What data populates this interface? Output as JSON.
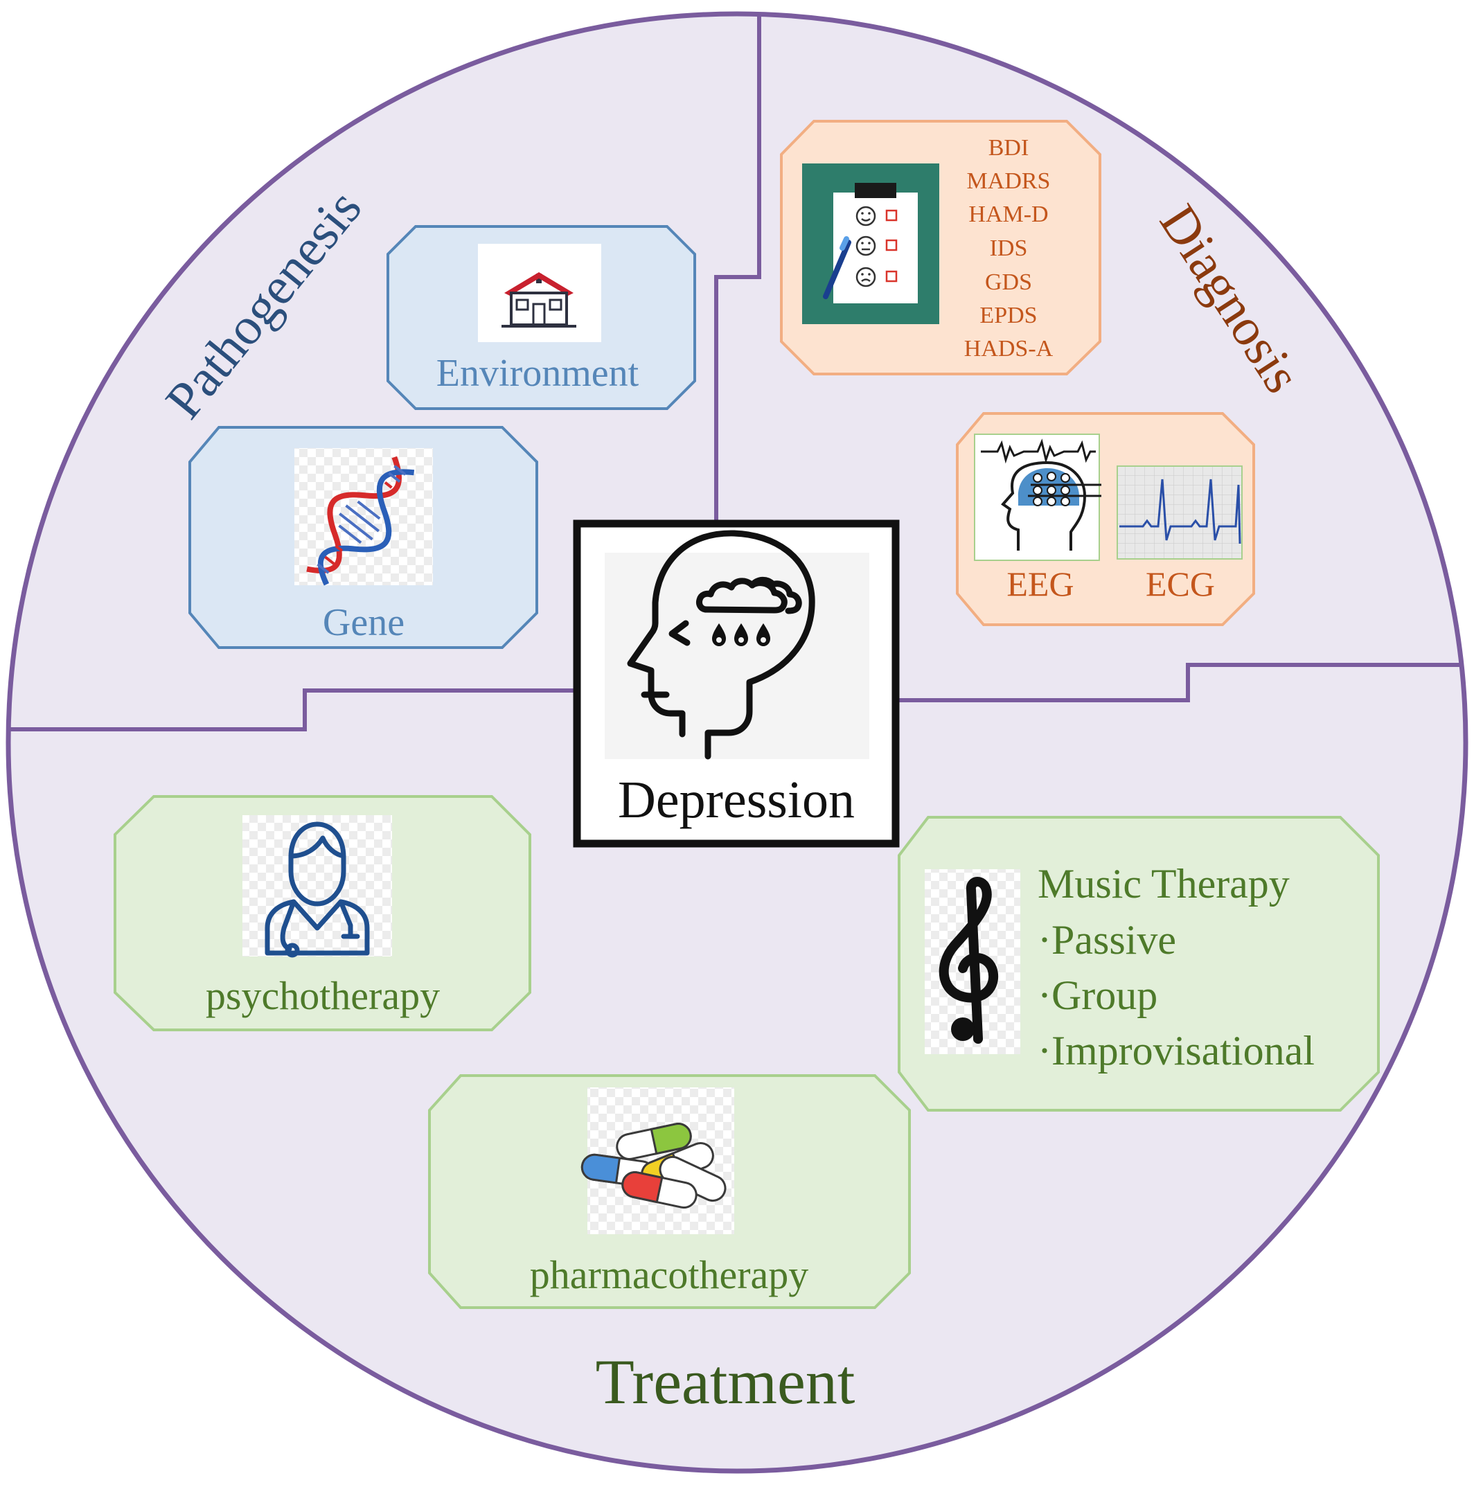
{
  "center": {
    "label": "Depression",
    "icon": "depressed-head-icon"
  },
  "sections": {
    "pathogenesis": {
      "title": "Pathogenesis",
      "title_color": "#2b4f7c",
      "items": [
        {
          "label": "Environment",
          "icon": "house-icon"
        },
        {
          "label": "Gene",
          "icon": "dna-icon"
        }
      ]
    },
    "diagnosis": {
      "title": "Diagnosis",
      "title_color": "#8b3a0e",
      "scales": [
        "BDI",
        "MADRS",
        "HAM-D",
        "IDS",
        "GDS",
        "EPDS",
        "HADS-A"
      ],
      "signals": [
        {
          "label": "EEG",
          "icon": "eeg-head-icon"
        },
        {
          "label": "ECG",
          "icon": "ecg-waveform-icon"
        }
      ]
    },
    "treatment": {
      "title": "Treatment",
      "title_color": "#3a5a1f",
      "items": [
        {
          "label": "psychotherapy",
          "icon": "doctor-icon"
        },
        {
          "label": "pharmacotherapy",
          "icon": "pills-icon"
        }
      ],
      "music": {
        "title": "Music Therapy",
        "options": [
          "·Passive",
          "·Group",
          "·Improvisational"
        ],
        "icon": "treble-clef-icon"
      }
    }
  },
  "colors": {
    "circle_fill": "#ebe7f2",
    "circle_stroke": "#7a5c9e",
    "blue_box_fill": "#dbe7f4",
    "blue_box_stroke": "#5586b8",
    "blue_text": "#5586b8",
    "orange_box_fill": "#fde3d0",
    "orange_box_stroke": "#f2ae82",
    "orange_text": "#c4561c",
    "green_box_fill": "#e2efd9",
    "green_box_stroke": "#a8d08d",
    "green_text": "#4e7a2a"
  }
}
